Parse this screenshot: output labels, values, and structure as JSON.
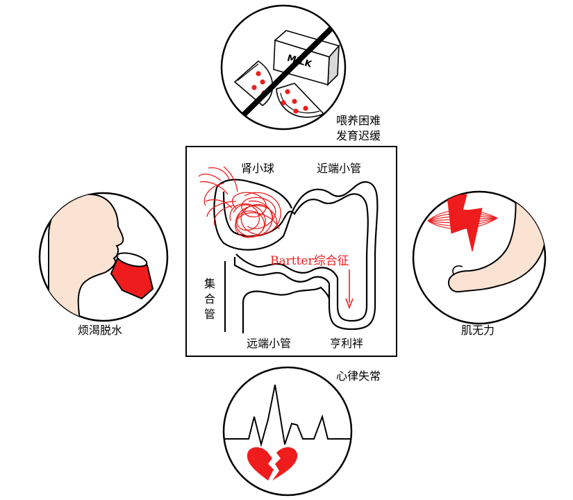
{
  "colors": {
    "accent_red": "#ee1c1c",
    "skin": "#fbe3d3",
    "stroke": "#000000"
  },
  "center": {
    "glomerulus": "肾小球",
    "proximal_tubule": "近端小管",
    "syndrome": "Bartter综合征",
    "collecting_duct": "集合管",
    "distal_tubule": "远端小管",
    "loop_of_henle": "亨利袢"
  },
  "symptoms": {
    "top": {
      "line1": "喂养困难",
      "line2": "发育迟缓",
      "carton_text": "MILK"
    },
    "left": "烦渴脱水",
    "right": "肌无力",
    "bottom": "心律失常"
  },
  "icons": {
    "top": "no-milk-food-icon",
    "left": "drinking-head-icon",
    "right": "muscle-weakness-arm-icon",
    "bottom": "broken-heart-ecg-icon"
  }
}
